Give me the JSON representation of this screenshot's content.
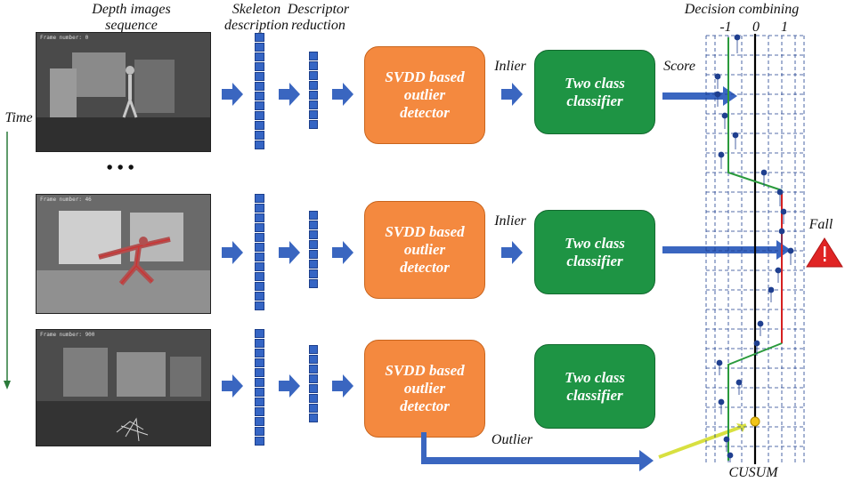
{
  "headers": {
    "depth": "Depth images\nsequence",
    "skeleton": "Skeleton\ndescription",
    "reduction": "Descriptor\nreduction",
    "decision": "Decision combining"
  },
  "time_label": "Time",
  "ellipsis": "• • •",
  "frames": [
    {
      "label": "Frame number: 0"
    },
    {
      "label": "Frame number: 46"
    },
    {
      "label": "Frame number: 900"
    }
  ],
  "rows": [
    {
      "svdd": "SVDD based\noutlier\ndetector",
      "classifier": "Two class\nclassifier",
      "link": "Inlier"
    },
    {
      "svdd": "SVDD based\noutlier\ndetector",
      "classifier": "Two class\nclassifier",
      "link": "Inlier"
    },
    {
      "svdd": "SVDD based\noutlier\ndetector",
      "classifier": "Two class\nclassifier",
      "link": ""
    }
  ],
  "score_label": "Score",
  "outlier_label": "Outlier",
  "fall_label": "Fall",
  "cusum_label": "CUSUM",
  "axis_ticks": [
    "-1",
    "0",
    "1"
  ],
  "colors": {
    "arrow": "#3a66c0",
    "svdd": "#f4893f",
    "classifier": "#1e9444",
    "cusum_up": "#d62020",
    "cusum_base": "#2a9a3c",
    "warning": "#e02424",
    "outlier_arrow": "#d8e040"
  }
}
